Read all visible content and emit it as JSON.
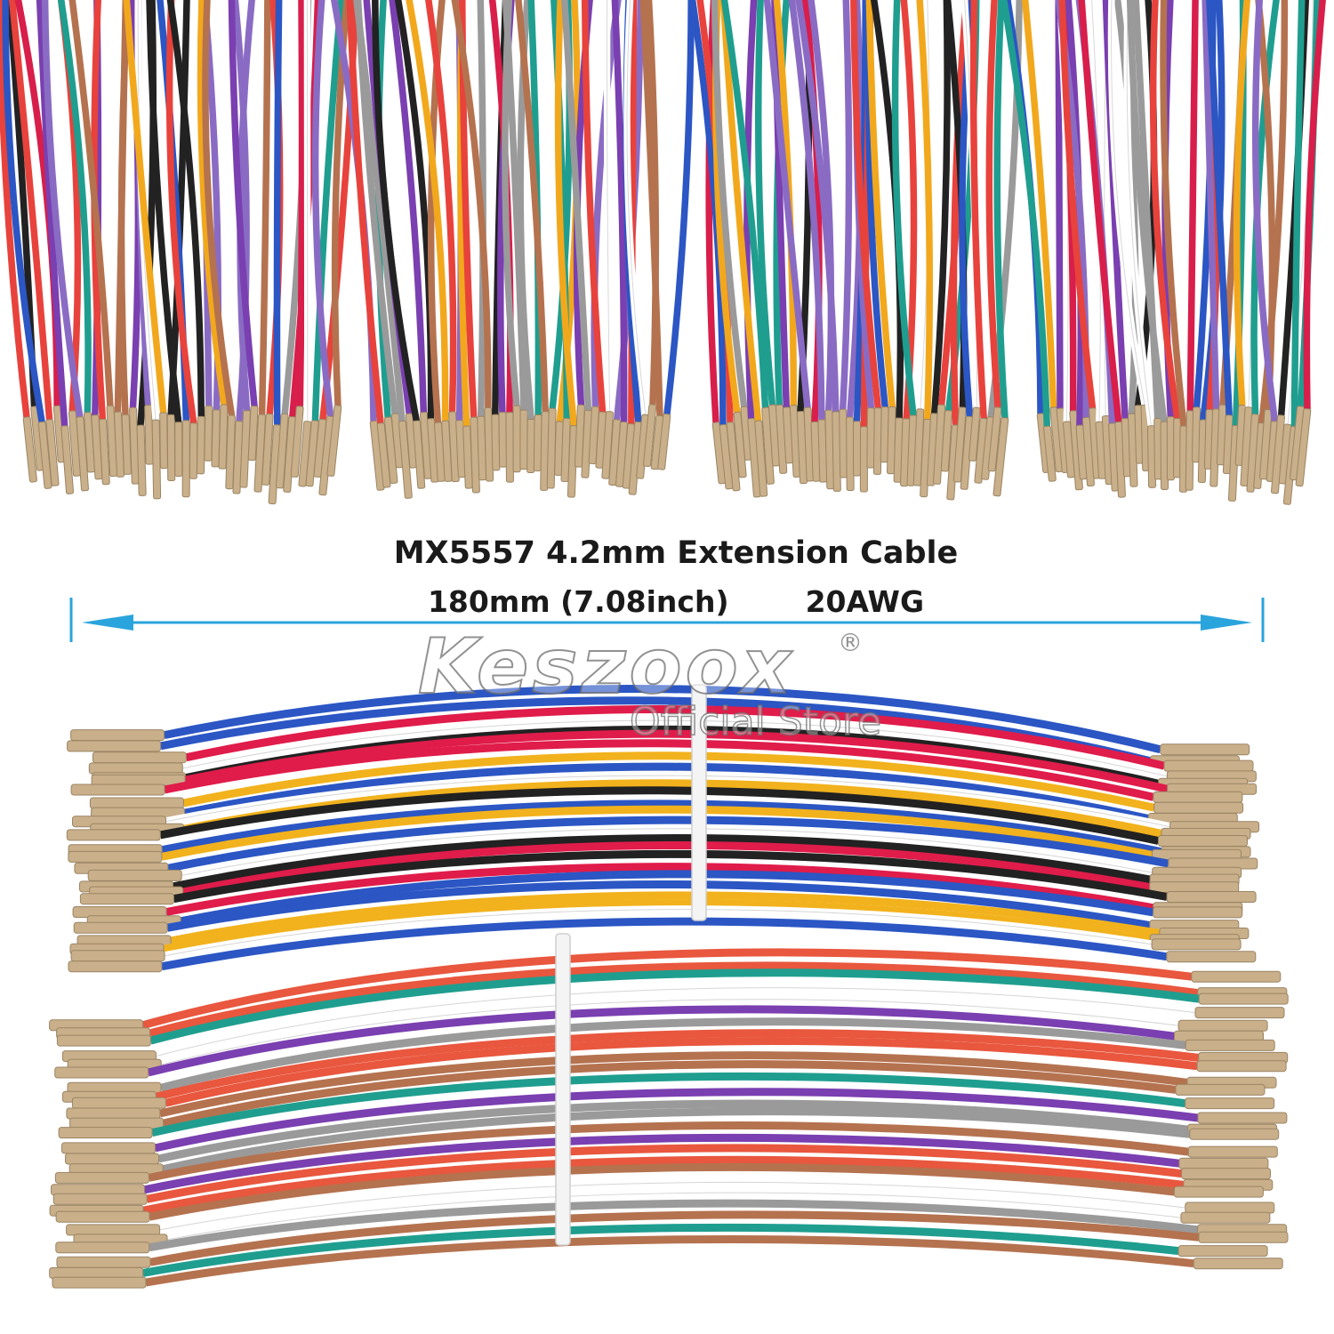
{
  "product": {
    "title": "MX5557 4.2mm Extension Cable",
    "length": "180mm (7.08inch)",
    "gauge": "20AWG"
  },
  "watermark": {
    "brand": "Keszoox",
    "registered_mark": "®",
    "store": "Official Store"
  },
  "colors": {
    "dimension_arrow": "#2aa4dc",
    "caption_text": "#1a1a1a",
    "terminal_metal": "#c9b08a",
    "wire_palette_top": [
      "#1f9e8f",
      "#e8423c",
      "#7a3fb0",
      "#8a6bc4",
      "#b5724f",
      "#9a9a9a",
      "#f2a81d",
      "#2b56c4",
      "#ffffff",
      "#222222",
      "#d81e4a"
    ],
    "wire_palette_bundle_1": [
      "#2b56c4",
      "#f2b21d",
      "#ffffff",
      "#e01c4a",
      "#222222"
    ],
    "wire_palette_bundle_2": [
      "#e8573e",
      "#1f9e8f",
      "#7a3fb0",
      "#b5724f",
      "#9a9a9a",
      "#ffffff"
    ],
    "cable_tie": "#f4f4f4"
  }
}
